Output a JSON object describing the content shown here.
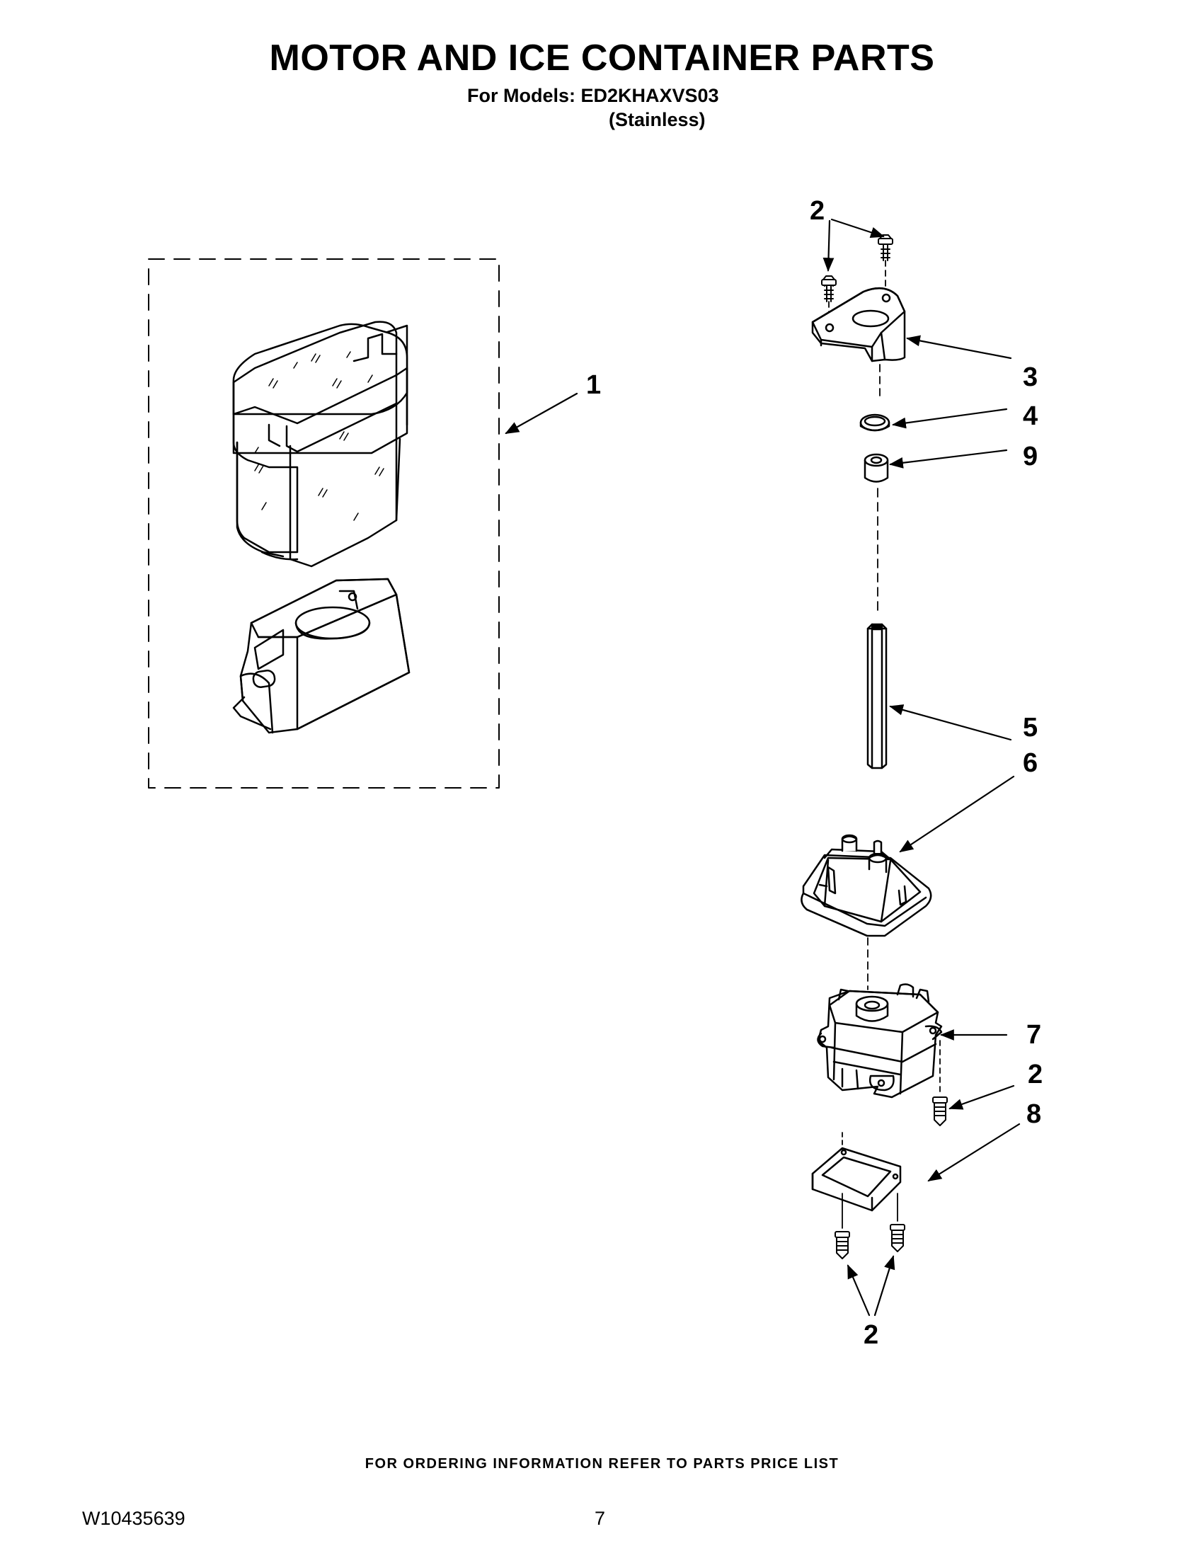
{
  "header": {
    "title": "MOTOR AND ICE CONTAINER PARTS",
    "models_label": "For Models: ED2KHAXVS03",
    "color_label": "(Stainless)"
  },
  "callouts": [
    "1",
    "2",
    "3",
    "4",
    "9",
    "5",
    "6",
    "7",
    "2",
    "8",
    "2"
  ],
  "footer": {
    "ordering_note": "FOR ORDERING INFORMATION REFER TO PARTS PRICE LIST",
    "doc_number": "W10435639",
    "page_number": "7"
  }
}
